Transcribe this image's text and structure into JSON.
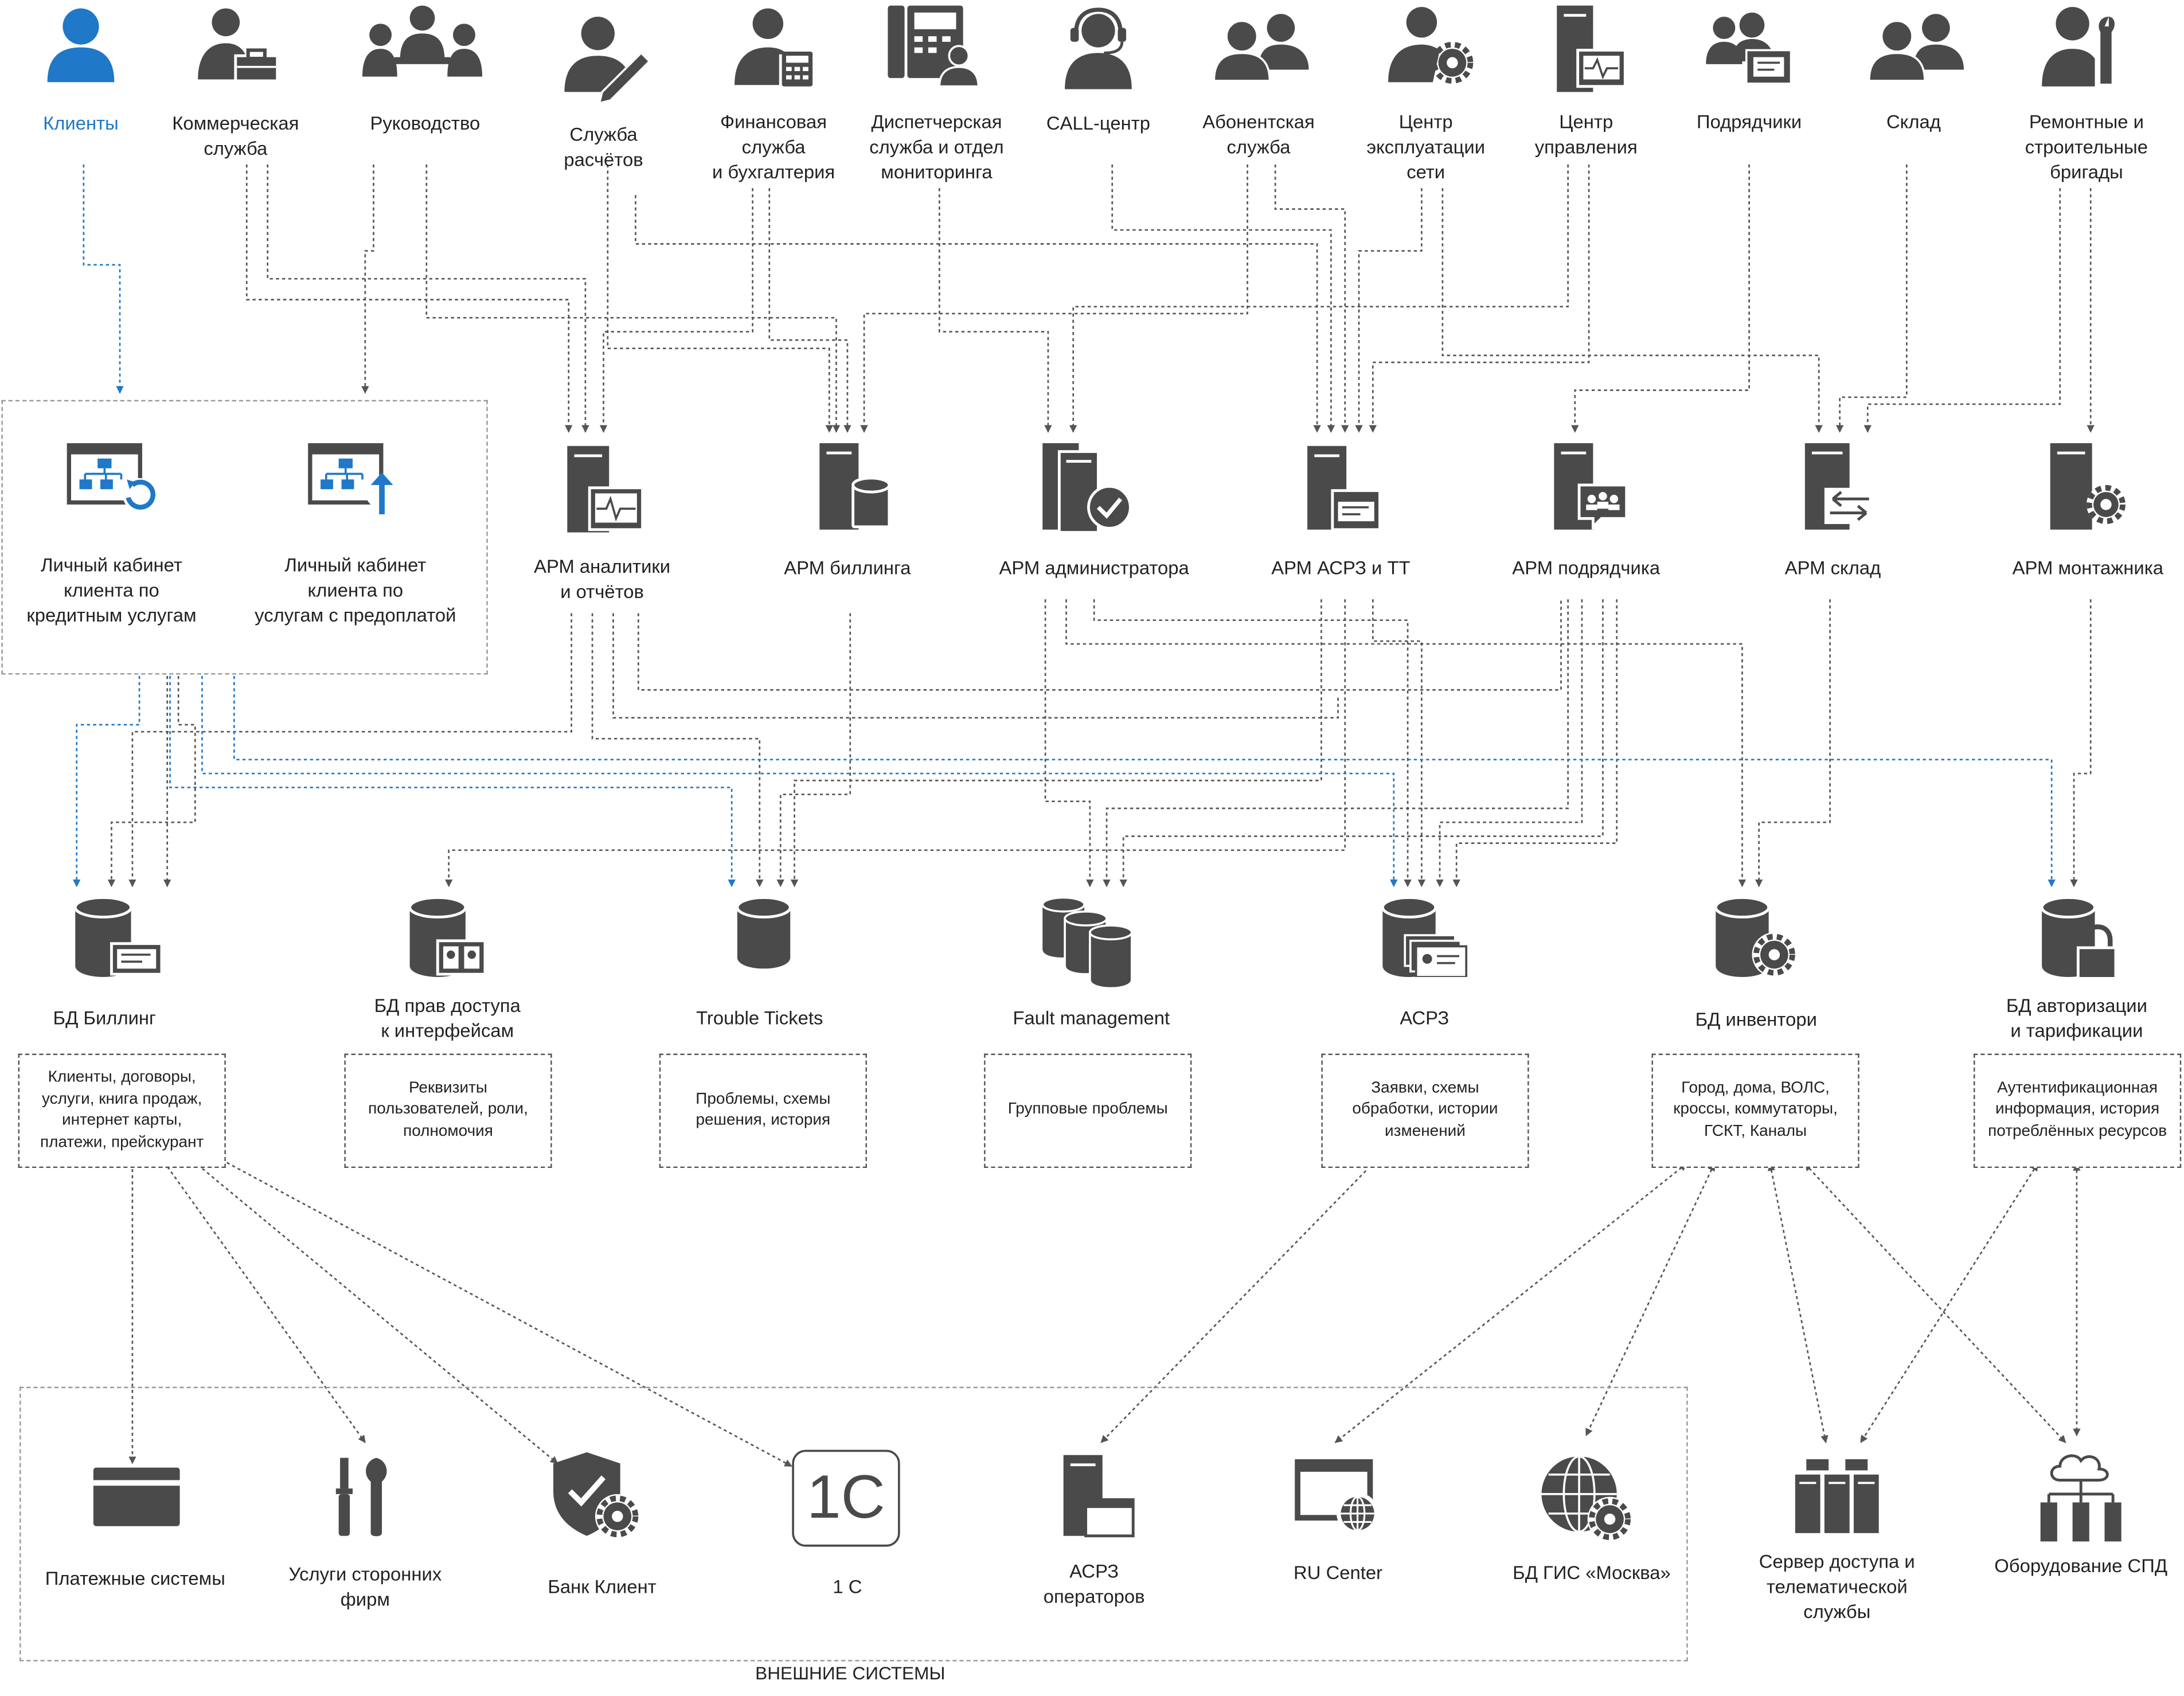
{
  "colors": {
    "icon": "#4a4a4a",
    "accent": "#1f78c8",
    "line": "#555555"
  },
  "actors": [
    {
      "id": "clients",
      "label": "Клиенты",
      "icon": "user-icon"
    },
    {
      "id": "commercial",
      "label": "Коммерческая\nслужба",
      "icon": "user-briefcase-icon"
    },
    {
      "id": "management",
      "label": "Руководство",
      "icon": "meeting-icon"
    },
    {
      "id": "billing_service",
      "label": "Служба\nрасчётов",
      "icon": "user-pen-icon"
    },
    {
      "id": "finance",
      "label": "Финансовая\nслужба\nи бухгалтерия",
      "icon": "user-calculator-icon"
    },
    {
      "id": "dispatch",
      "label": "Диспетчерская\nслужба и отдел\nмониторинга",
      "icon": "phone-user-icon"
    },
    {
      "id": "callcenter",
      "label": "CALL-центр",
      "icon": "headset-user-icon"
    },
    {
      "id": "subscriber",
      "label": "Абонентская\nслужба",
      "icon": "users-icon"
    },
    {
      "id": "noc",
      "label": "Центр\nэксплуатации\nсети",
      "icon": "user-gear-icon"
    },
    {
      "id": "control",
      "label": "Центр\nуправления",
      "icon": "server-monitor-icon"
    },
    {
      "id": "contractors",
      "label": "Подрядчики",
      "icon": "user-mail-icon"
    },
    {
      "id": "warehouse",
      "label": "Склад",
      "icon": "users-icon"
    },
    {
      "id": "repair",
      "label": "Ремонтные и\nстроительные\nбригады",
      "icon": "user-wrench-icon"
    }
  ],
  "portals": [
    {
      "label": "Личный кабинет\nклиента по\nкредитным услугам",
      "icon": "portal-refresh-icon"
    },
    {
      "label": "Личный кабинет\nклиента по\nуслугам с предоплатой",
      "icon": "portal-upload-icon"
    }
  ],
  "workstations": [
    {
      "label": "АРМ аналитики\nи отчётов",
      "icon": "server-chart-icon"
    },
    {
      "label": "АРМ биллинга",
      "icon": "server-database-icon"
    },
    {
      "label": "АРМ администратора",
      "icon": "servers-check-icon"
    },
    {
      "label": "АРМ АСРЗ и ТТ",
      "icon": "server-ticket-icon"
    },
    {
      "label": "АРМ подрядчика",
      "icon": "server-chat-icon"
    },
    {
      "label": "АРМ склад",
      "icon": "server-transfer-icon"
    },
    {
      "label": "АРМ монтажника",
      "icon": "server-gear-icon"
    }
  ],
  "databases": [
    {
      "label": "БД Биллинг",
      "desc": "Клиенты, договоры,\nуслуги, книга продаж,\nинтернет карты,\nплатежи, прейскурант",
      "icon": "database-card-icon"
    },
    {
      "label": "БД прав доступа\nк интерфейсам",
      "desc": "Реквизиты\nпользователей, роли,\nполномочия",
      "icon": "database-book-icon"
    },
    {
      "label": "Trouble Tickets",
      "desc": "Проблемы, схемы\nрешения, история",
      "icon": "database-icon"
    },
    {
      "label": "Fault management",
      "desc": "Групповые проблемы",
      "icon": "databases-icon"
    },
    {
      "label": "АСРЗ",
      "desc": "Заявки, схемы\nобработки, истории\nизменений",
      "icon": "database-cards-icon"
    },
    {
      "label": "БД инвентори",
      "desc": "Город, дома, ВОЛС,\nкроссы, коммутаторы,\nГСКТ, Каналы",
      "icon": "database-gear-icon"
    },
    {
      "label": "БД авторизации\nи тарификации",
      "desc": "Аутентификационная\nинформация, история\nпотреблённых ресурсов",
      "icon": "database-lock-icon"
    }
  ],
  "external": {
    "title": "ВНЕШНИЕ СИСТЕМЫ",
    "items": [
      {
        "label": "Платежные системы",
        "icon": "credit-card-icon"
      },
      {
        "label": "Услуги сторонних\nфирм",
        "icon": "tools-icon"
      },
      {
        "label": "Банк Клиент",
        "icon": "shield-gear-icon"
      },
      {
        "label": "1 С",
        "icon": "one-c-logo",
        "logo_text": "1С"
      },
      {
        "label": "АСРЗ\nоператоров",
        "icon": "server-window-icon"
      },
      {
        "label": "RU Center",
        "icon": "browser-globe-icon"
      },
      {
        "label": "БД ГИС «Москва»",
        "icon": "globe-gear-icon"
      }
    ]
  },
  "other": [
    {
      "label": "Сервер доступа и\nтелематической\nслужбы",
      "icon": "servers-icon"
    },
    {
      "label": "Оборудование СПД",
      "icon": "cloud-network-icon"
    }
  ]
}
